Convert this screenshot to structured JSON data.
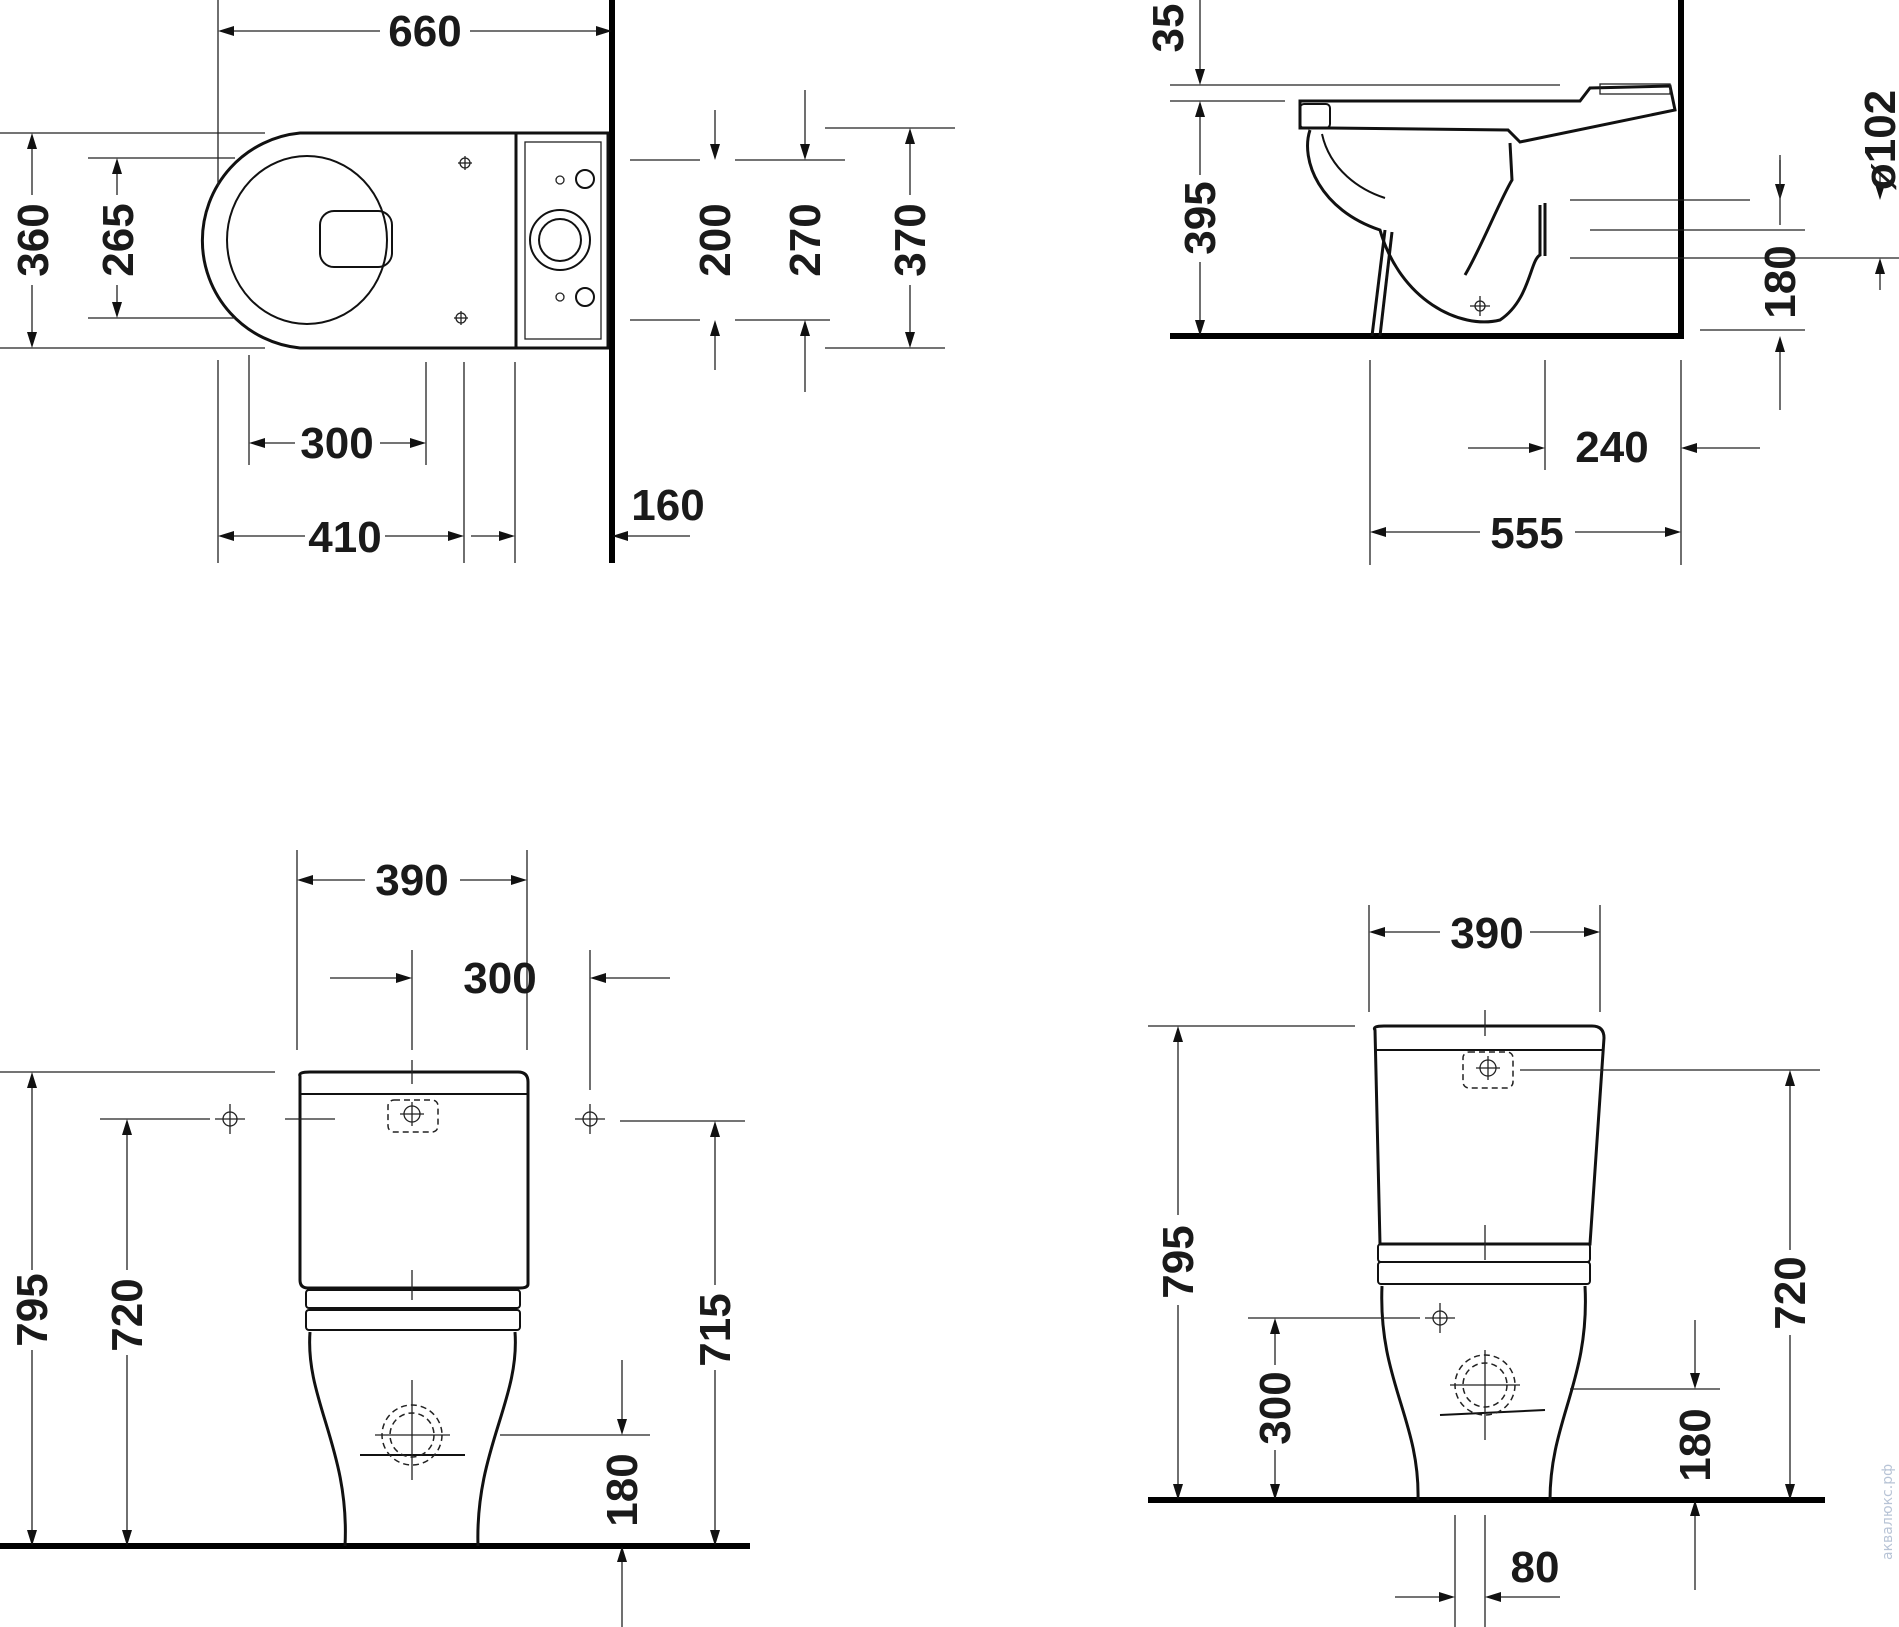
{
  "top_view": {
    "dims": {
      "length": "660",
      "width": "360",
      "inner_width": "265",
      "bolt_spacing_a": "300",
      "bolt_spacing_b": "410",
      "wall_gap": "160",
      "inlet_200": "200",
      "inlet_270": "270",
      "inlet_370": "370"
    }
  },
  "side_view": {
    "dims": {
      "seat_height": "35",
      "bowl_height": "395",
      "outlet_diameter": "ø102",
      "outlet_height": "180",
      "outlet_depth": "240",
      "total_depth": "555"
    }
  },
  "front_view": {
    "dims": {
      "width": "390",
      "inlet_offset": "300",
      "total_height": "795",
      "inlet_height": "720",
      "tank_height": "715",
      "outlet_height": "180"
    }
  },
  "front_view_2": {
    "dims": {
      "width": "390",
      "total_height": "795",
      "inlet_height": "720",
      "valve_height": "300",
      "outlet_height": "180",
      "outlet_offset": "80"
    }
  },
  "watermark": "аквалюкс.рф"
}
